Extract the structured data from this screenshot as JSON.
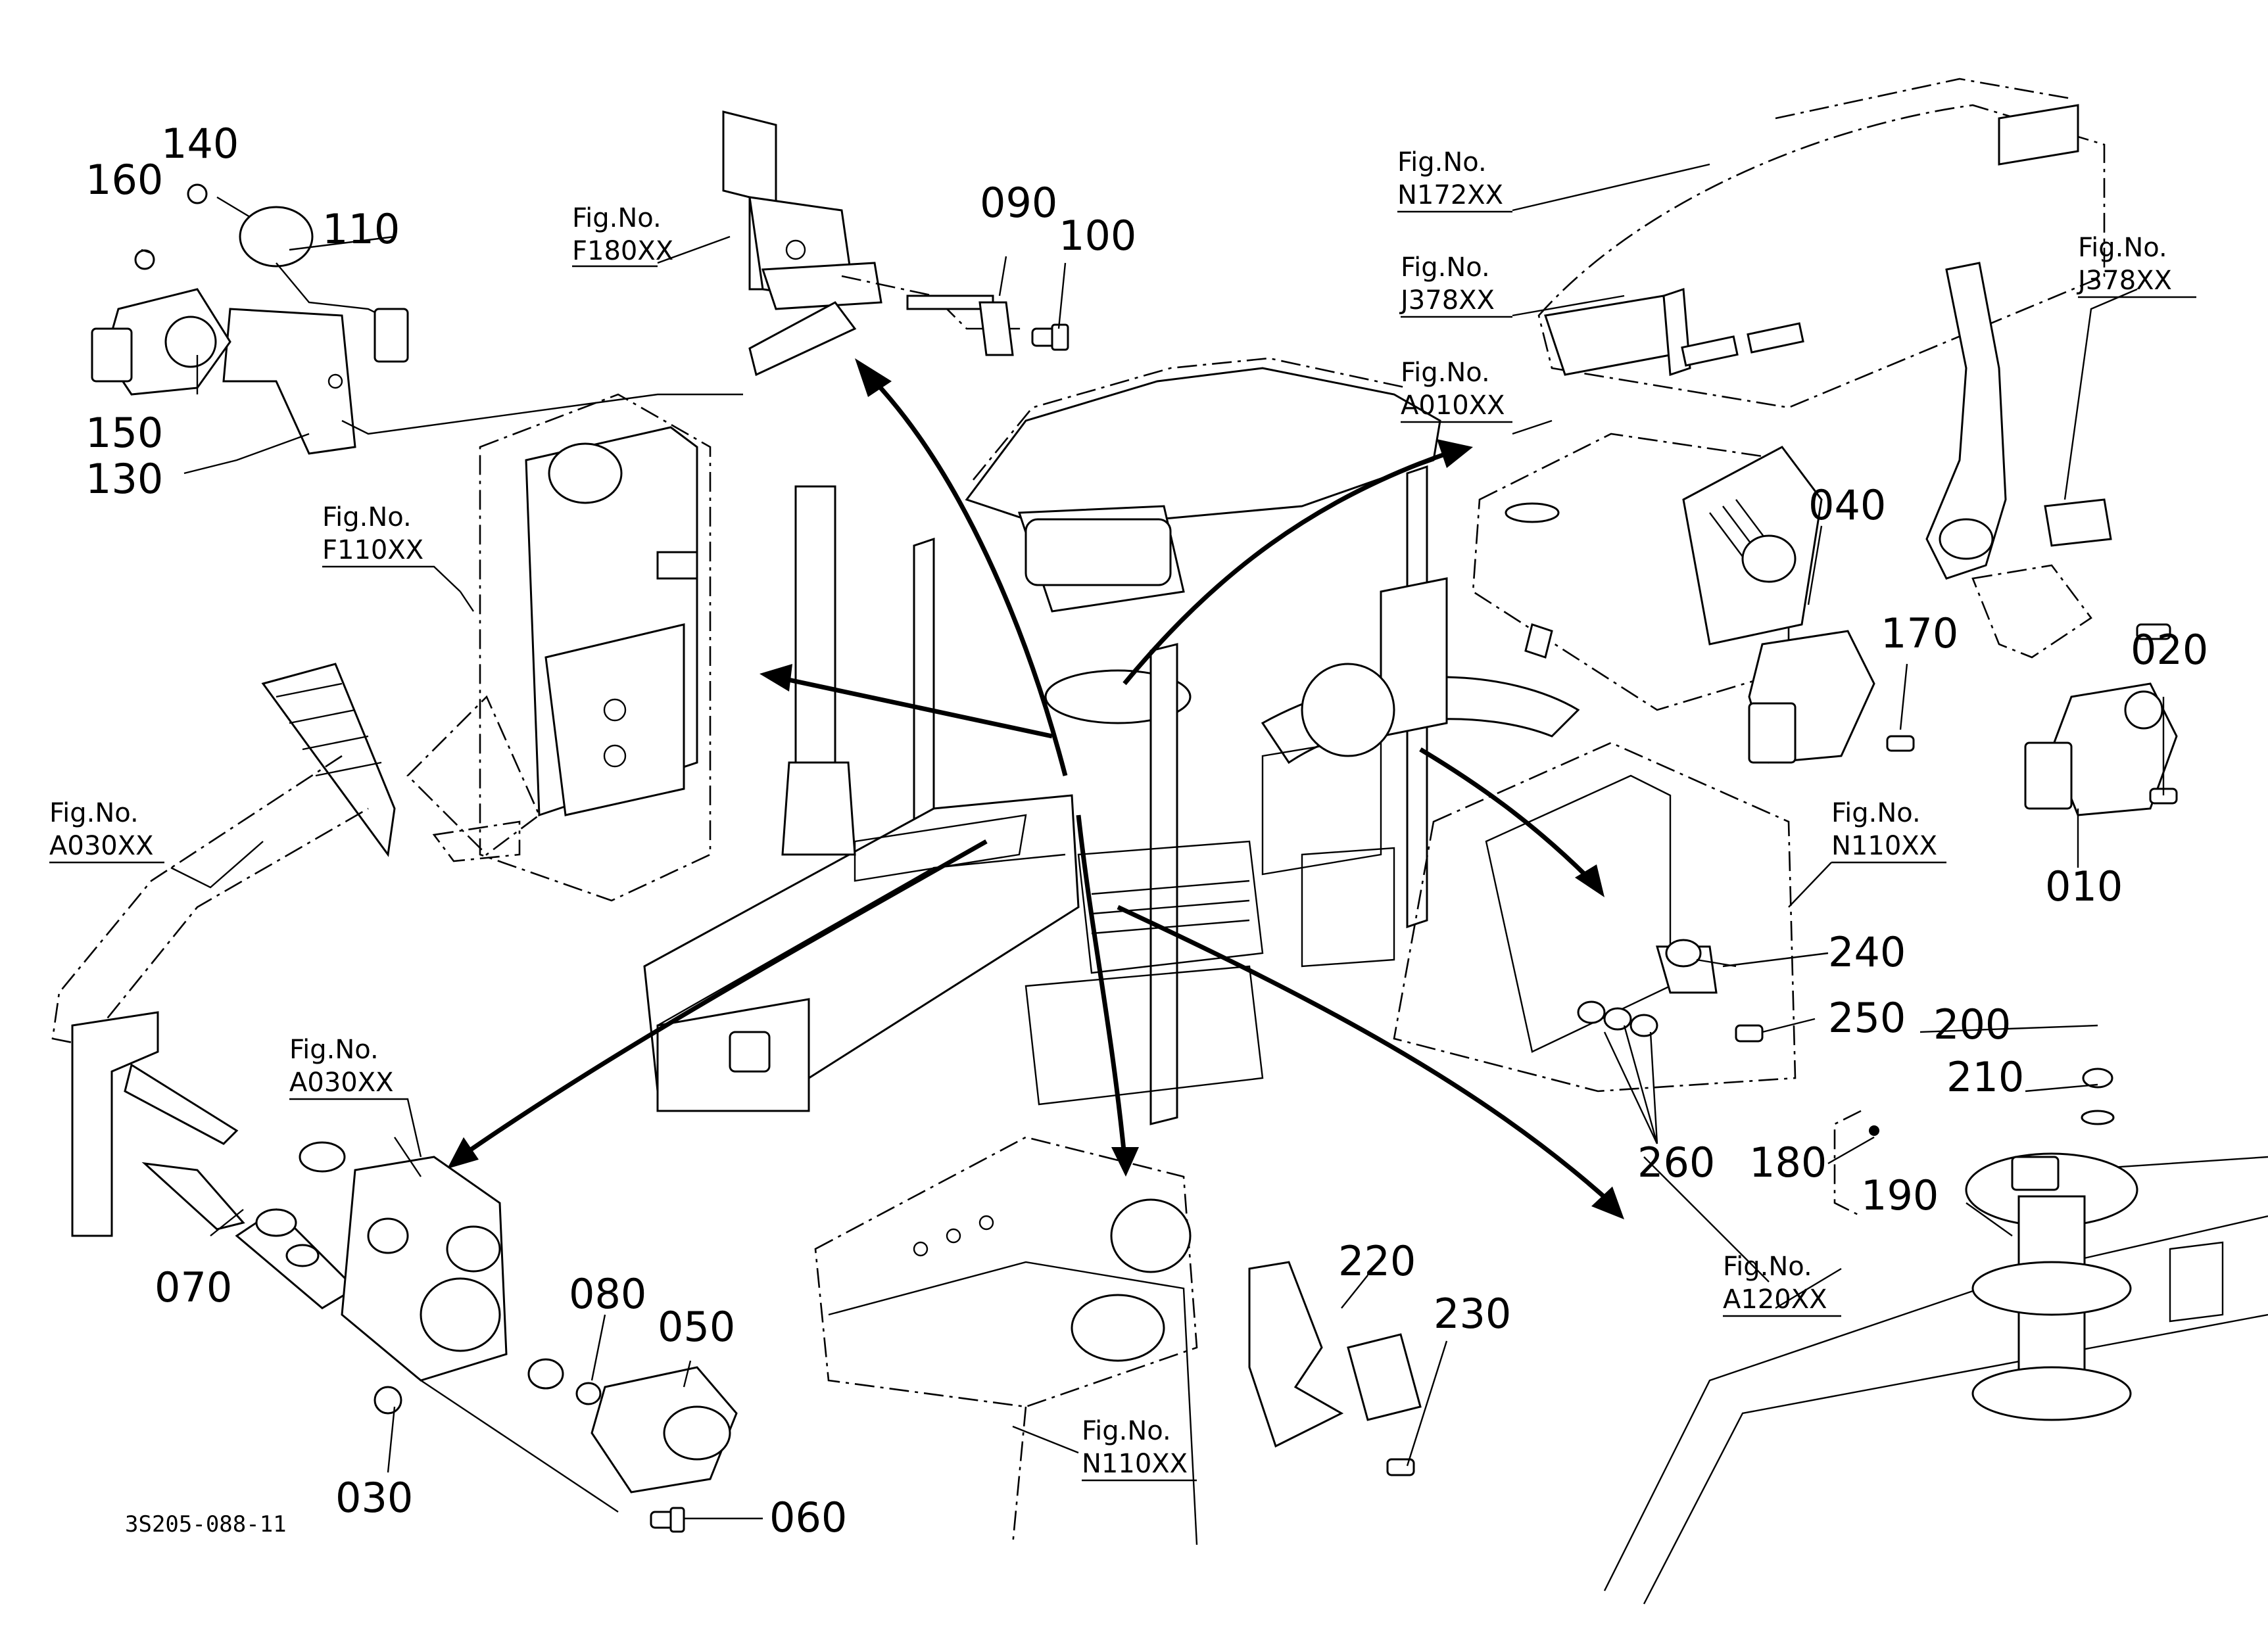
{
  "diagram": {
    "drawing_code": "3S205-088-11",
    "fig_ref_title": "Fig.No.",
    "fig_refs": [
      "F180XX",
      "N172XX",
      "J378XX",
      "J378XX",
      "A010XX",
      "F110XX",
      "A030XX",
      "A030XX",
      "N110XX",
      "A120XX",
      "N110XX"
    ],
    "part_numbers": [
      "010",
      "020",
      "030",
      "040",
      "050",
      "060",
      "070",
      "080",
      "090",
      "100",
      "110",
      "130",
      "140",
      "150",
      "160",
      "170",
      "180",
      "190",
      "200",
      "210",
      "220",
      "230",
      "240",
      "250",
      "260"
    ]
  }
}
